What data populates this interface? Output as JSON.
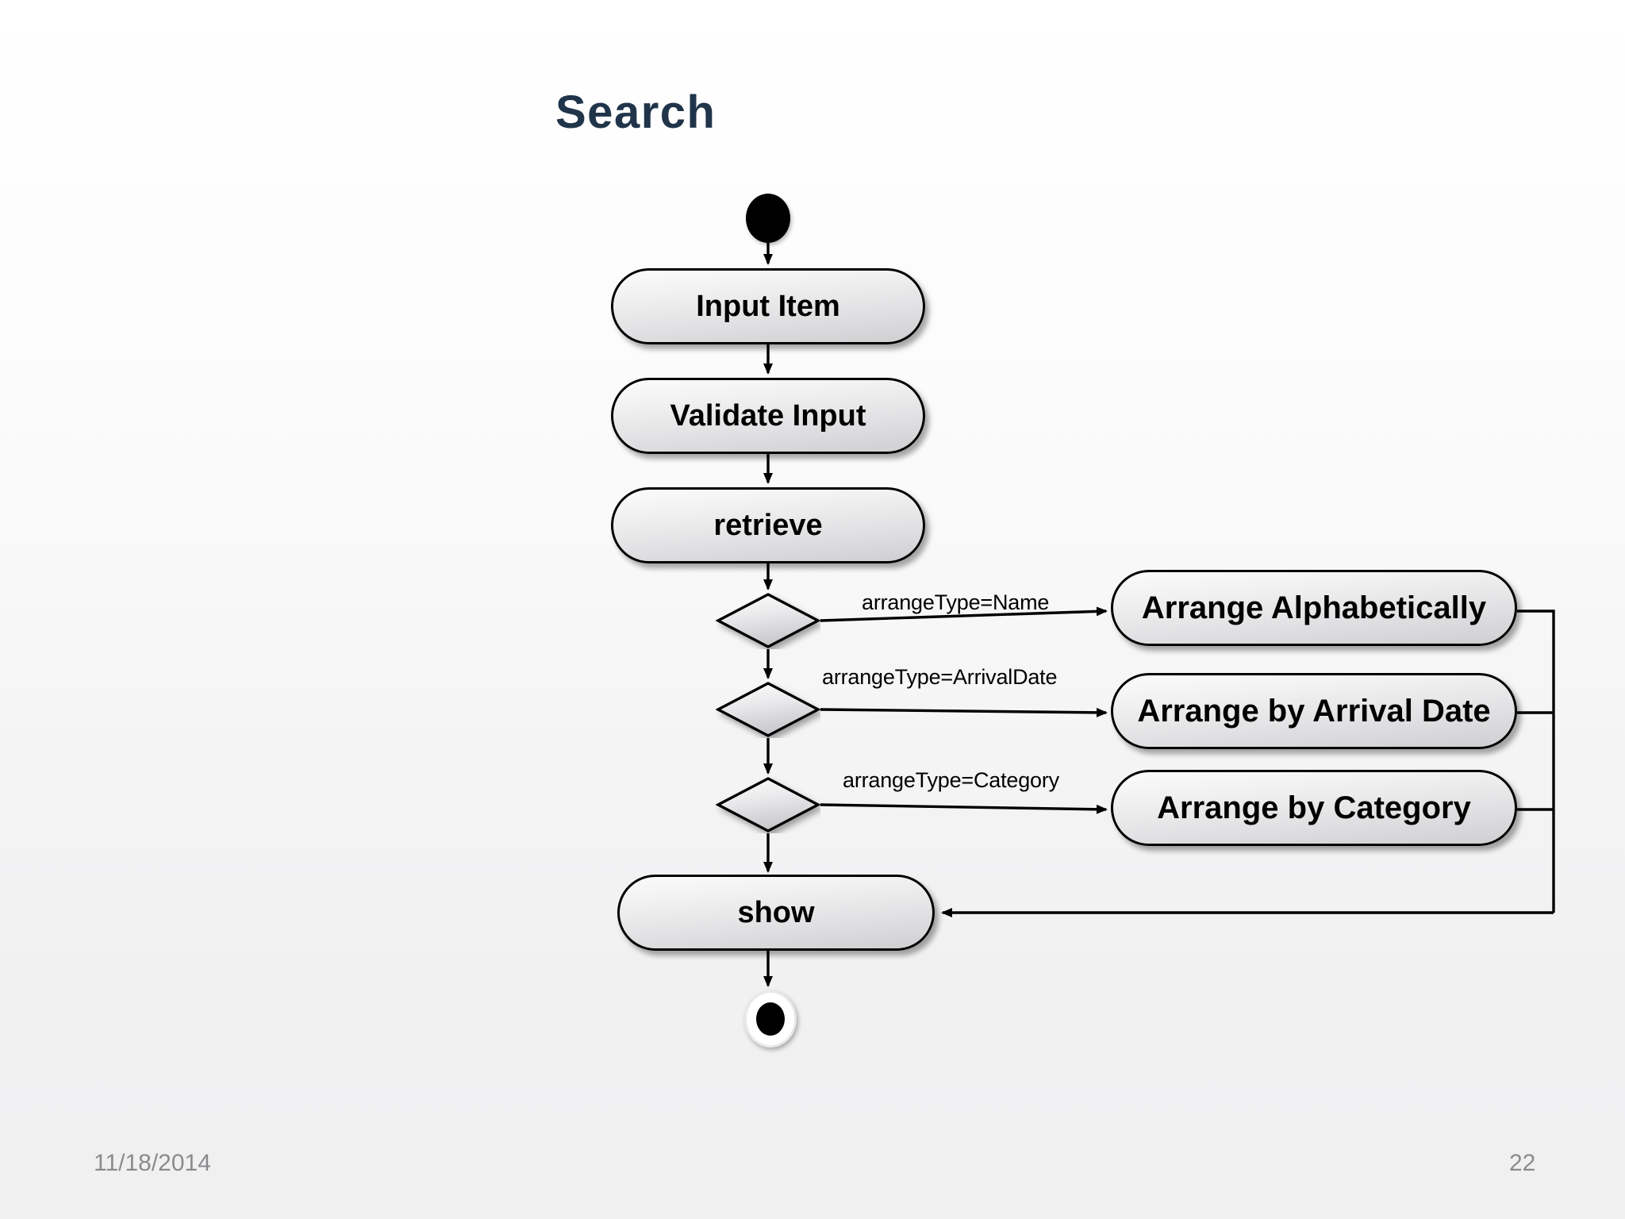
{
  "slide": {
    "title": "Search",
    "title_color": "#20344a",
    "background_color": "#f1f1f2",
    "diagram_type": "uml-activity-diagram"
  },
  "nodes": {
    "initial": {
      "name": "initial-node",
      "label": ""
    },
    "input_item": {
      "label": "Input Item"
    },
    "validate_input": {
      "label": "Validate Input"
    },
    "retrieve": {
      "label": "retrieve"
    },
    "show": {
      "label": "show"
    },
    "arrange_alphabetically": {
      "label": "Arrange Alphabetically"
    },
    "arrange_by_arrival_date": {
      "label": "Arrange by Arrival Date"
    },
    "arrange_by_category": {
      "label": "Arrange by Category"
    },
    "final": {
      "name": "final-node",
      "label": ""
    }
  },
  "decisions": [
    {
      "id": "decision-1",
      "label": ""
    },
    {
      "id": "decision-2",
      "label": ""
    },
    {
      "id": "decision-3",
      "label": ""
    }
  ],
  "edge_labels": {
    "name": "arrangeType=Name",
    "arrival_date": "arrangeType=ArrivalDate",
    "category": "arrangeType=Category"
  },
  "footer": {
    "date": "11/18/2014",
    "page_number": "22"
  }
}
